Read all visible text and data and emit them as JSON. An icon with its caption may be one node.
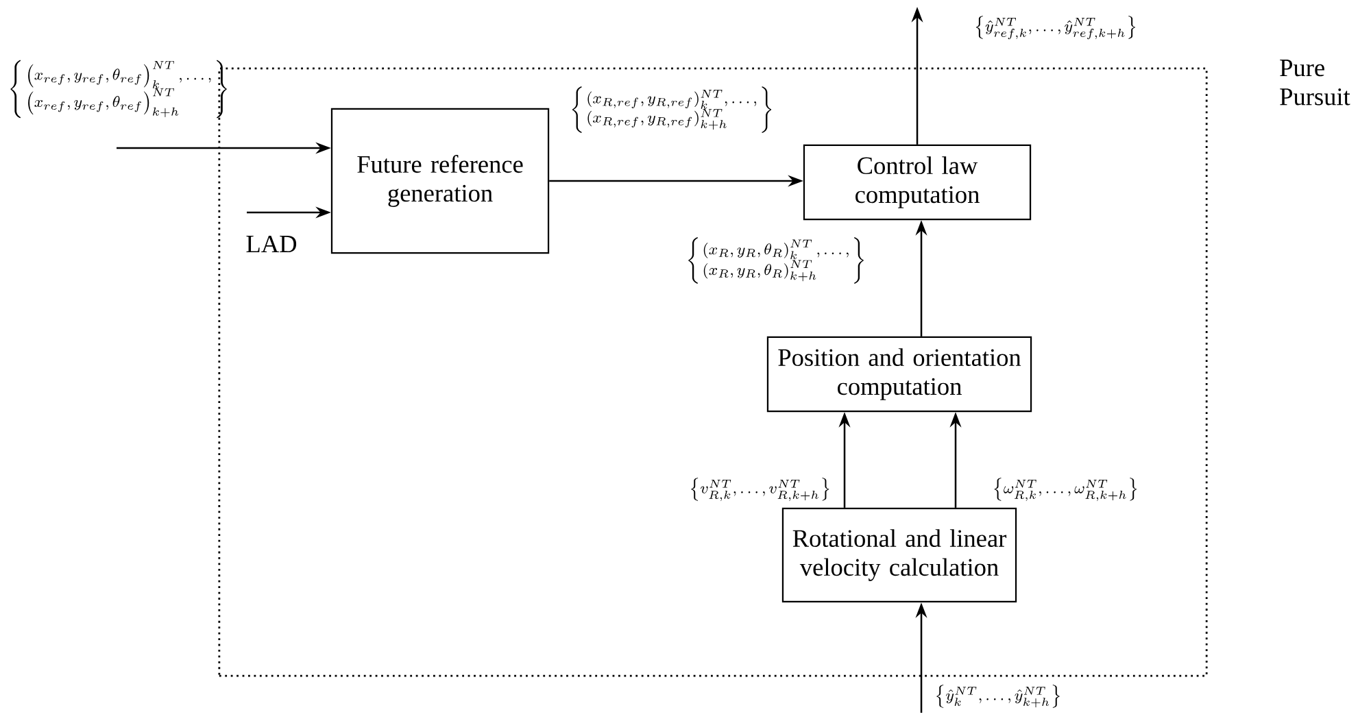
{
  "diagram": {
    "nodes": [
      {
        "text": [
          "Pure Pursuit"
        ]
      },
      {
        "text": [
          "Future reference generation"
        ],
        "in": 0
      },
      {
        "text": [
          "Control law computation"
        ],
        "in": 0
      },
      {
        "text": [
          "Position and orientation computation"
        ],
        "in": 0
      },
      {
        "text": [
          "Rotational and linear velocity calculation"
        ],
        "in": 0
      }
    ],
    "edges": [
      {
        "from": null,
        "to": 1,
        "arrow": "to",
        "label": "\\left\\{\\begin{array}{l}\\left(x_{ref},y_{ref},\\theta_{ref}\\right)_{k}^{NT},\\ldots,\\\\ \\left(x_{ref},y_{ref},\\theta_{ref}\\right)_{k+h}^{NT}\\end{array}\\right\\}"
      },
      {
        "from": null,
        "to": 1,
        "arrow": "to",
        "label": "LAD"
      },
      {
        "from": 1,
        "to": 2,
        "arrow": "to",
        "label": "\\left\\{\\begin{array}{l}(x_{R,ref},y_{R,ref})_{k}^{NT},\\ldots,\\\\ (x_{R,ref},y_{R,ref})_{k+h}^{NT}\\end{array}\\right\\}"
      },
      {
        "from": 3,
        "to": 2,
        "arrow": "to",
        "label": "\\left\\{\\begin{array}{l}\\left(x_{R},y_{R},\\theta_{R}\\right)_{k}^{NT},\\ldots,\\\\ \\left(x_{R},y_{R},\\theta_{R}\\right)_{k+h}^{NT}\\end{array}\\right\\}"
      },
      {
        "from": 4,
        "to": 3,
        "arrow": "to",
        "label": "\\left\\{v_{R,k}^{NT},\\ldots,v_{R,k+h}^{NT}\\right\\}"
      },
      {
        "from": 4,
        "to": 3,
        "arrow": "to",
        "label": "\\left\\{\\omega_{R,k}^{NT},\\ldots,\\omega_{R,k+h}^{NT}\\right\\}"
      },
      {
        "from": null,
        "to": 4,
        "arrow": "to",
        "label": "\\left\\{\\hat{y}_{k}^{NT},\\ldots,\\hat{y}_{k+h}^{NT}\\right\\}"
      },
      {
        "from": 2,
        "to": null,
        "arrow": "to",
        "label": "\\left\\{\\hat{y}_{ref,k}^{NT},\\ldots,\\hat{y}_{ref,k+h}^{NT}\\right\\}"
      }
    ]
  }
}
